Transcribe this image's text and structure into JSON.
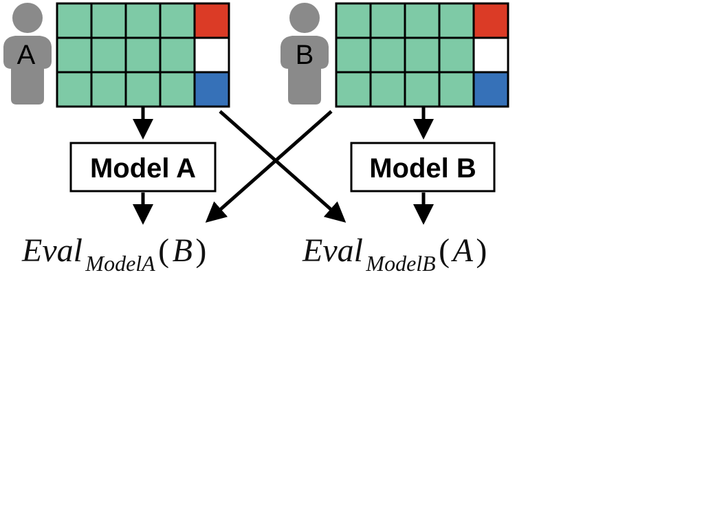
{
  "users": [
    {
      "label": "A"
    },
    {
      "label": "B"
    }
  ],
  "grid": {
    "rows": 3,
    "cols": 5,
    "last_column_colors": [
      "#db3b26",
      "#ffffff",
      "#3671b8"
    ],
    "cell_color": "#7ecaa6",
    "border_color": "#000000"
  },
  "person_color": "#8a8a8a",
  "models": [
    {
      "label": "Model A"
    },
    {
      "label": "Model B"
    }
  ],
  "evals": [
    {
      "main": "Eval",
      "sub": "ModelA",
      "open": "(",
      "arg": "B",
      "close": ")"
    },
    {
      "main": "Eval",
      "sub": "ModelB",
      "open": "(",
      "arg": "A",
      "close": ")"
    }
  ]
}
